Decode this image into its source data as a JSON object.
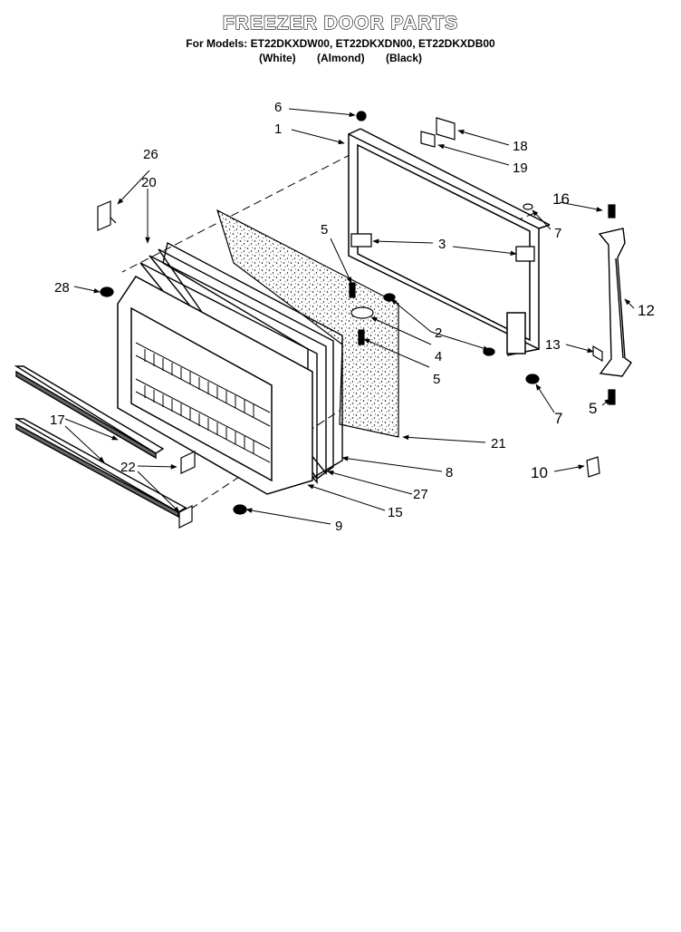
{
  "header": {
    "title": "FREEZER DOOR PARTS",
    "models_line": "For Models: ET22DKXDW00, ET22DKXDN00, ET22DKXDB00",
    "colors": [
      "(White)",
      "(Almond)",
      "(Black)"
    ]
  },
  "callouts": {
    "c1": "1",
    "c2": "2",
    "c3": "3",
    "c4": "4",
    "c5a": "5",
    "c5b": "5",
    "c5c": "5",
    "c6": "6",
    "c7a": "7",
    "c7b": "7",
    "c8": "8",
    "c9": "9",
    "c10": "10",
    "c12": "12",
    "c13": "13",
    "c15": "15",
    "c16": "16",
    "c17": "17",
    "c18": "18",
    "c19": "19",
    "c20": "20",
    "c21": "21",
    "c22": "22",
    "c26": "26",
    "c27": "27",
    "c28": "28"
  }
}
